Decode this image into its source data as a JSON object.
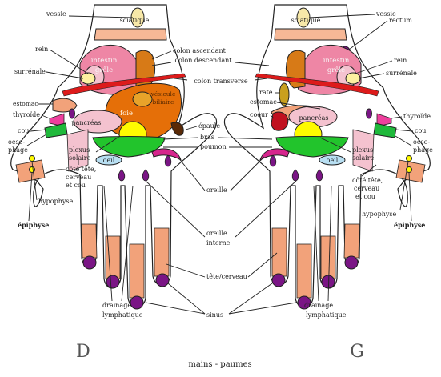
{
  "colors": {
    "outline": "#222222",
    "skin": "#ffffff",
    "sciatique": "#f7b896",
    "salmon": "#f2a27a",
    "lightPink": "#f4c2cf",
    "pink": "#ee86a5",
    "intestine": "#d77a17",
    "colon": "#b5590b",
    "liver": "#e56f08",
    "gallbladder": "#e8a32a",
    "heart": "#c0101f",
    "lung": "#22c42c",
    "pancreas": "#fffb00",
    "eye": "#b8dff2",
    "ear": "#d6258d",
    "thyroid": "#ee3f9d",
    "esophagus": "#1fb93b",
    "purple": "#7a1585",
    "shoulder": "#5a2a07",
    "red": "#dd1b1b",
    "spleen": "#c9a01e",
    "bladder": "#f7e8a8",
    "kidney": "#f4a2b2",
    "adrenal": "#fdf0a0"
  },
  "labels": {
    "vessie_r": "vessie",
    "sciatique_r": "sciatique",
    "rein_r": "rein",
    "colon_ascendant": "colon ascendant",
    "colon_descendant": "colon descendant",
    "surrenale_r": "surrénale",
    "intestin_r1": "intestin",
    "intestin_r2": "grêle",
    "colon_transverse": "colon transverse",
    "vesicule1": "vésicule",
    "vesicule2": "biliaire",
    "estomac_r": "estomac",
    "thyroide_r": "thyroïde",
    "foie": "foie",
    "pancreas_r": "pancréas",
    "cou_r": "cou",
    "oeso_r1": "oeso-",
    "oeso_r2": "phage",
    "plexus_r1": "plexus",
    "plexus_r2": "solaire",
    "cote_r1": "côté tête,",
    "cote_r2": "cerveau",
    "cote_r3": "et cou",
    "hypophyse_r": "hypophyse",
    "epiphyse_r": "épiphyse",
    "oeil_r": "oeil",
    "vessie_l": "vessie",
    "rectum": "rectum",
    "sciatique_l": "sciatique",
    "rein_l": "rein",
    "surrenale_l": "surrénale",
    "intestin_l1": "intestin",
    "intestin_l2": "grêle",
    "rate": "rate",
    "estomac_mid": "estomac",
    "coeur": "coeur",
    "pancreas_l": "pancréas",
    "thyroide_l": "thyroïde",
    "cou_l": "cou",
    "oeso_l1": "oeso-",
    "oeso_l2": "phage",
    "epaule": "épaule",
    "bras": "bras",
    "poumon": "poumon",
    "plexus_l1": "plexus",
    "plexus_l2": "solaire",
    "oeil_l": "oeil",
    "oreille": "oreille",
    "oreille_interne1": "oreille",
    "oreille_interne2": "interne",
    "cote_l1": "côté tête,",
    "cote_l2": "cerveau",
    "cote_l3": "et cou",
    "hypophyse_l": "hypophyse",
    "epiphyse_l": "épiphyse",
    "tete_cerveau": "tête/cerveau",
    "drainage_r1": "drainage",
    "drainage_r2": "lymphatique",
    "drainage_l1": "drainage",
    "drainage_l2": "lymphatique",
    "sinus": "sinus",
    "hand_d": "D",
    "hand_g": "G",
    "caption": "mains - paumes"
  }
}
